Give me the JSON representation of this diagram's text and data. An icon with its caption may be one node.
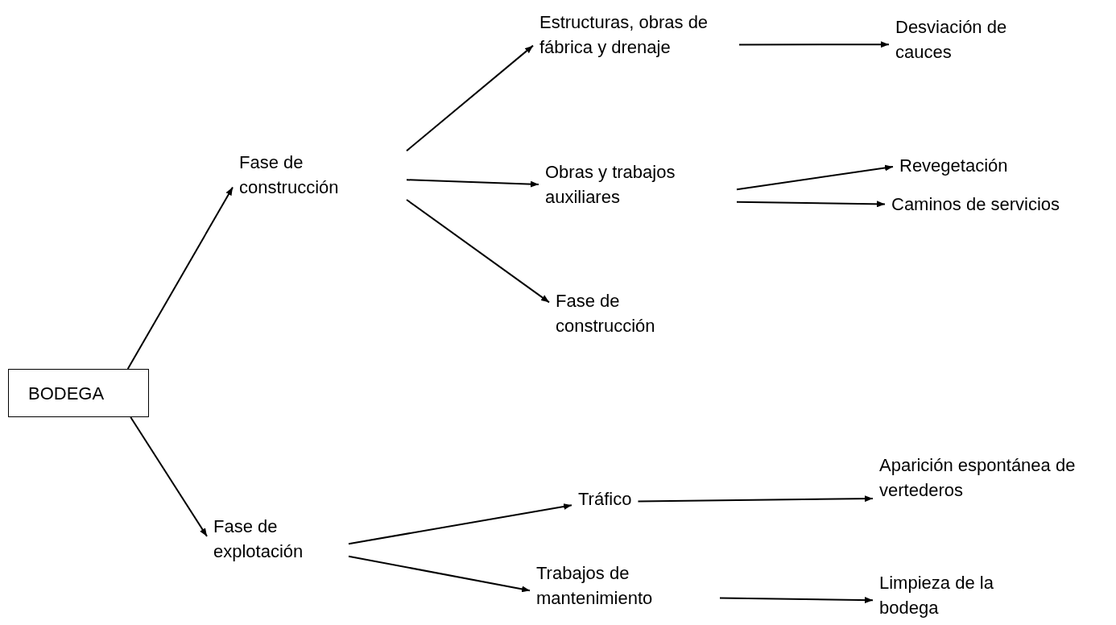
{
  "diagram": {
    "nodes": [
      {
        "text": [
          "BODEGA"
        ]
      },
      {
        "text": [
          "Fase de construcción"
        ]
      },
      {
        "text": [
          "Fase de explotación"
        ]
      },
      {
        "text": [
          "Estructuras, obras de fábrica y drenaje"
        ]
      },
      {
        "text": [
          "Obras y trabajos auxiliares"
        ]
      },
      {
        "text": [
          "Fase de construcción"
        ]
      },
      {
        "text": [
          "Desviación de cauces"
        ]
      },
      {
        "text": [
          "Revegetación"
        ]
      },
      {
        "text": [
          "Caminos de servicios"
        ]
      },
      {
        "text": [
          "Tráfico"
        ]
      },
      {
        "text": [
          "Trabajos de mantenimiento"
        ]
      },
      {
        "text": [
          "Aparición espontánea de vertederos"
        ]
      },
      {
        "text": [
          "Limpieza de la bodega"
        ]
      }
    ],
    "edges": [
      {
        "from": 0,
        "to": 1,
        "arrow": "to"
      },
      {
        "from": 0,
        "to": 2,
        "arrow": "to"
      },
      {
        "from": 1,
        "to": 3,
        "arrow": "to"
      },
      {
        "from": 1,
        "to": 4,
        "arrow": "to"
      },
      {
        "from": 1,
        "to": 5,
        "arrow": "to"
      },
      {
        "from": 3,
        "to": 6,
        "arrow": "to"
      },
      {
        "from": 4,
        "to": 7,
        "arrow": "to"
      },
      {
        "from": 4,
        "to": 8,
        "arrow": "to"
      },
      {
        "from": 2,
        "to": 9,
        "arrow": "to"
      },
      {
        "from": 2,
        "to": 10,
        "arrow": "to"
      },
      {
        "from": 9,
        "to": 11,
        "arrow": "to"
      },
      {
        "from": 10,
        "to": 12,
        "arrow": "to"
      }
    ]
  }
}
